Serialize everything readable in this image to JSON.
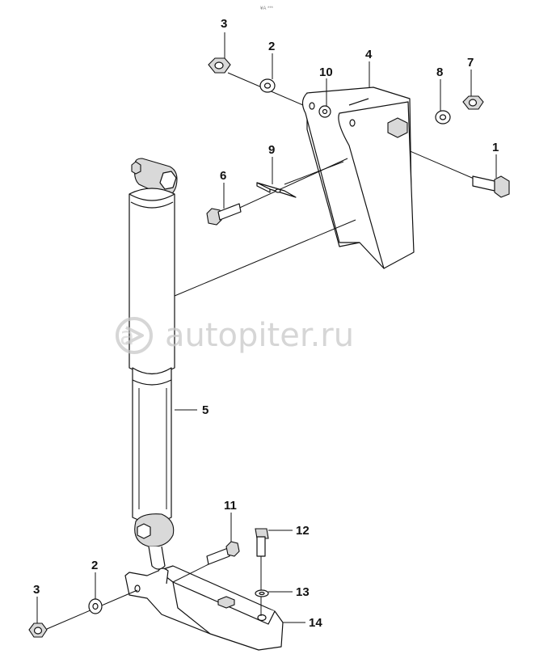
{
  "header_mark": "¥А ***",
  "watermark": {
    "text": "autopiter.ru",
    "icon": "arrow-logo-icon"
  },
  "callouts": {
    "c1": "1",
    "c2_top": "2",
    "c3_top": "3",
    "c4": "4",
    "c5": "5",
    "c6": "6",
    "c7": "7",
    "c8": "8",
    "c9": "9",
    "c10": "10",
    "c11": "11",
    "c12": "12",
    "c13": "13",
    "c14": "14",
    "c2_bottom": "2",
    "c3_bottom": "3"
  }
}
